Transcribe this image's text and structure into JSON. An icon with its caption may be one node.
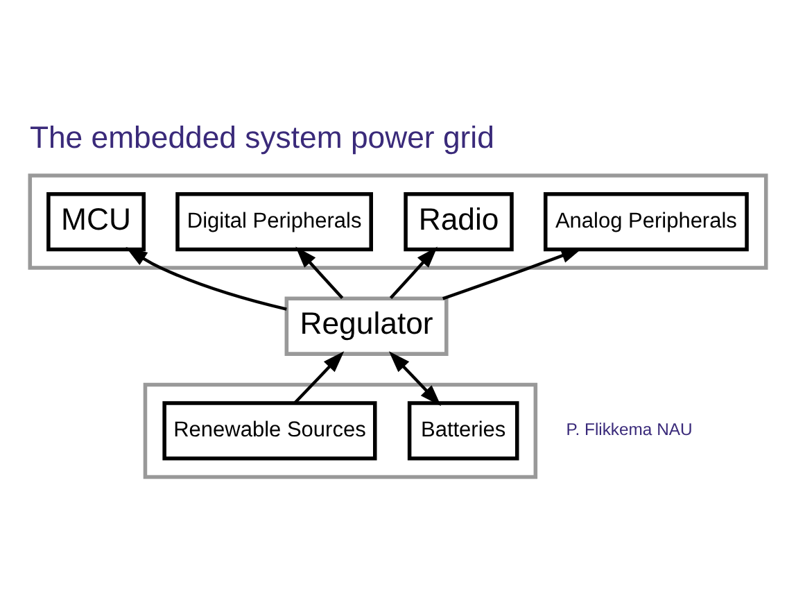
{
  "diagram": {
    "title": "The embedded system power grid",
    "nodes": [
      {
        "text": [],
        "shape": "box"
      },
      {
        "text": [
          "Analog Peripherals"
        ],
        "in": 0
      },
      {
        "text": [
          "Radio"
        ],
        "in": 0
      },
      {
        "text": [
          "Digital Peripherals"
        ],
        "in": 0
      },
      {
        "text": [
          "MCU"
        ],
        "in": 0
      },
      {
        "text": [
          "Regulator"
        ]
      },
      {
        "text": [],
        "shape": "box"
      },
      {
        "text": [
          "Batteries"
        ],
        "in": 6
      },
      {
        "text": [
          "Renewable Sources"
        ],
        "in": 6
      }
    ],
    "edges": [
      {
        "from": 5,
        "to": 1,
        "arrow": "to"
      },
      {
        "from": 5,
        "to": 2,
        "arrow": "to"
      },
      {
        "from": 5,
        "to": 3,
        "arrow": "to"
      },
      {
        "from": 5,
        "to": 4,
        "arrow": "to"
      },
      {
        "from": 7,
        "to": 5,
        "arrow": "both"
      },
      {
        "from": 8,
        "to": 5,
        "arrow": "to"
      }
    ],
    "labels": [
      "P. Flikkema NAU"
    ]
  }
}
